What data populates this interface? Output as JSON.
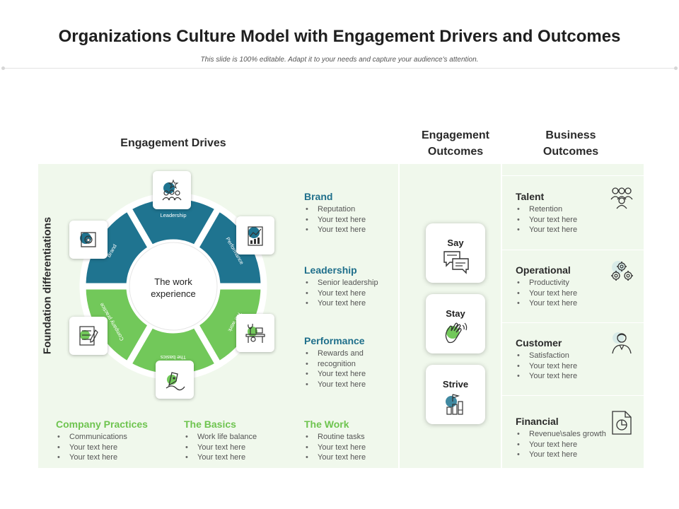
{
  "header": {
    "title": "Organizations Culture Model with Engagement Drivers and Outcomes",
    "subtitle": "This slide is 100% editable. Adapt it to your needs and capture your audience's attention."
  },
  "columns": {
    "engagement_drives": "Engagement Drives",
    "engagement_outcomes_line1": "Engagement",
    "engagement_outcomes_line2": "Outcomes",
    "business_outcomes_line1": "Business",
    "business_outcomes_line2": "Outcomes"
  },
  "side_label": "Foundation differentiations",
  "wheel": {
    "center_line1": "The work",
    "center_line2": "experience",
    "segments": [
      "Leadership",
      "Performance",
      "The work",
      "The basics",
      "Company practice",
      "Brand"
    ],
    "colors": {
      "teal": "#1f7490",
      "green": "#72c85a",
      "light": "#f0f8ec"
    }
  },
  "drivers": [
    {
      "title": "Brand",
      "items": [
        "Reputation",
        "Your text here",
        "Your text here"
      ]
    },
    {
      "title": "Leadership",
      "items": [
        "Senior leadership",
        "Your text here",
        "Your text here"
      ]
    },
    {
      "title": "Performance",
      "items": [
        "Rewards and",
        "recognition",
        "Your text here",
        "Your text here"
      ]
    }
  ],
  "bottom": [
    {
      "title": "Company Practices",
      "items": [
        "Communications",
        "Your text here",
        "Your text here"
      ]
    },
    {
      "title": "The Basics",
      "items": [
        "Work life balance",
        "Your text here",
        "Your text here"
      ]
    },
    {
      "title": "The Work",
      "items": [
        "Routine tasks",
        "Your text here",
        "Your text here"
      ]
    }
  ],
  "engagement": [
    "Say",
    "Stay",
    "Strive"
  ],
  "business": [
    {
      "title": "Talent",
      "items": [
        "Retention",
        "Your text here",
        "Your text here"
      ],
      "icon": "people-group-icon"
    },
    {
      "title": "Operational",
      "items": [
        "Productivity",
        "Your text here",
        "Your text here"
      ],
      "icon": "gears-icon"
    },
    {
      "title": "Customer",
      "items": [
        "Satisfaction",
        "Your text here",
        "Your text here"
      ],
      "icon": "customer-icon"
    },
    {
      "title": "Financial",
      "items": [
        "Revenue\\sales growth",
        "Your text here",
        "Your text here"
      ],
      "icon": "report-icon"
    }
  ]
}
